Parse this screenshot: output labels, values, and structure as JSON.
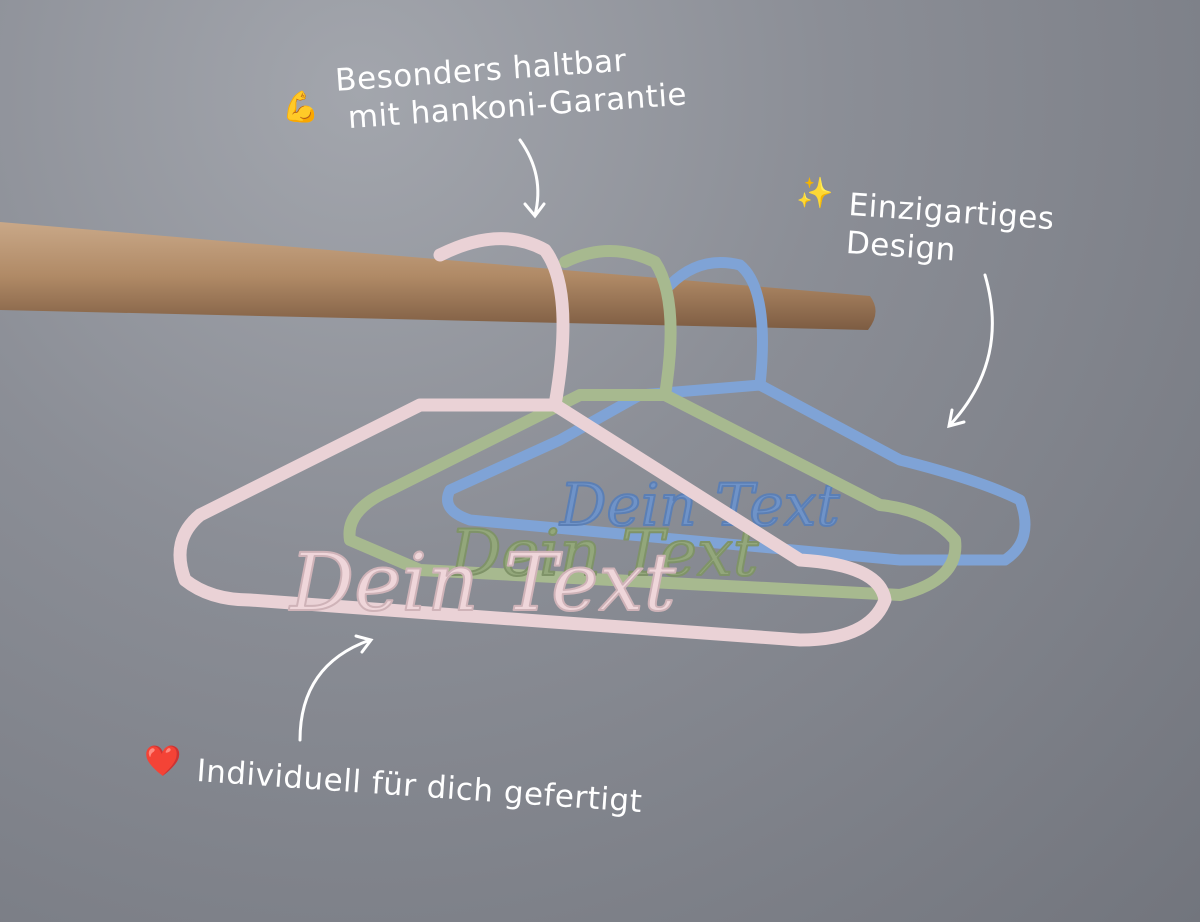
{
  "callouts": [
    {
      "icon": "flexed-biceps-icon",
      "lines": [
        "Besonders haltbar",
        "mit hankoni-Garantie"
      ]
    },
    {
      "icon": "sparkles-icon",
      "lines": [
        "Einzigartiges",
        "Design"
      ]
    },
    {
      "icon": "red-heart-icon",
      "lines": [
        "Individuell für dich gefertigt"
      ]
    }
  ],
  "hanger_lettering": "Dein Text",
  "colors": {
    "pink_hanger": "#ead2d6",
    "green_hanger": "#a7b98f",
    "blue_hanger": "#7fa3d6",
    "rod": "#b08a66",
    "text": "#ffffff"
  }
}
